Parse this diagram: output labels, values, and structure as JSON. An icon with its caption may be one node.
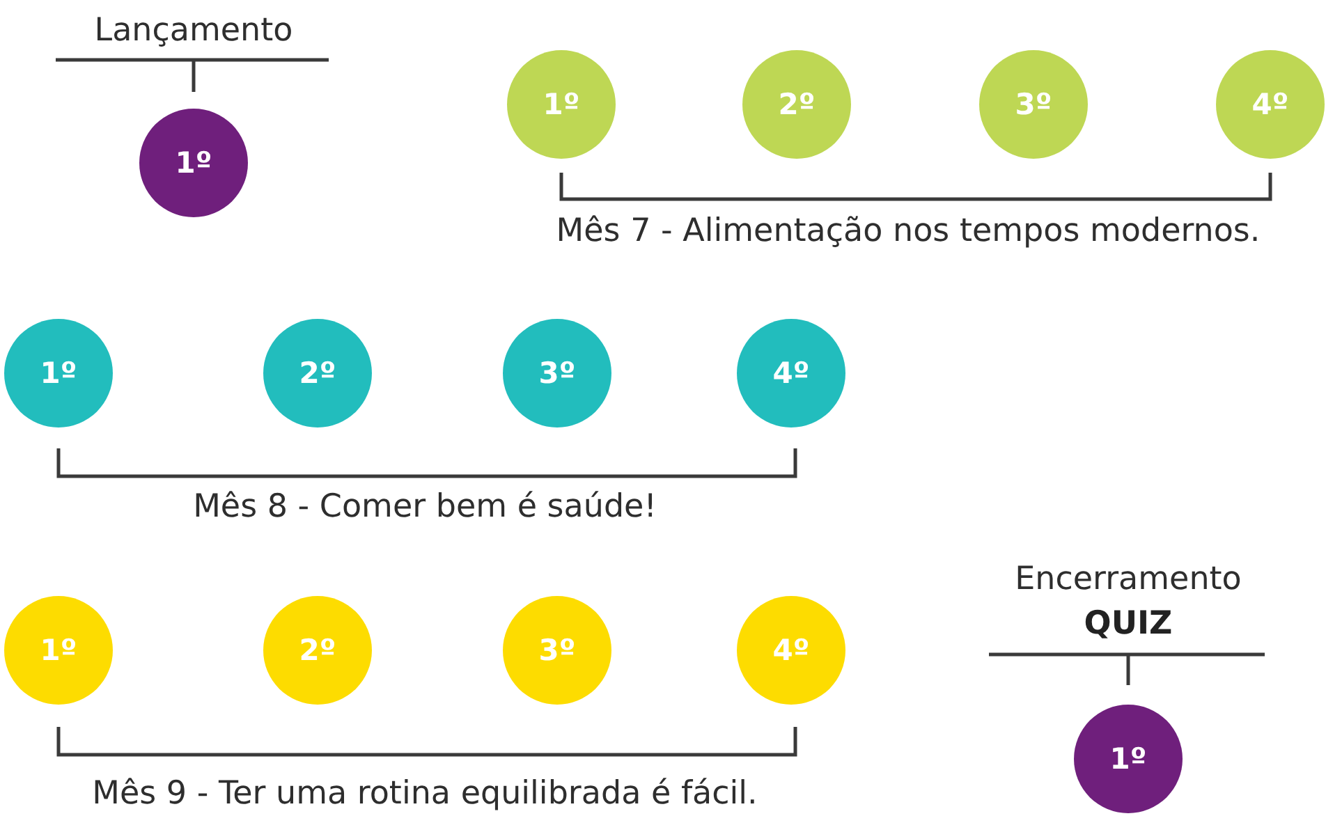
{
  "diagram": {
    "nodes": [
      {
        "text": [
          "1º"
        ]
      },
      {
        "text": [
          "1º"
        ]
      },
      {
        "text": [
          "2º"
        ]
      },
      {
        "text": [
          "3º"
        ]
      },
      {
        "text": [
          "4º"
        ]
      },
      {
        "text": [
          "1º"
        ]
      },
      {
        "text": [
          "2º"
        ]
      },
      {
        "text": [
          "3º"
        ]
      },
      {
        "text": [
          "4º"
        ]
      },
      {
        "text": [
          "1º"
        ]
      },
      {
        "text": [
          "2º"
        ]
      },
      {
        "text": [
          "3º"
        ]
      },
      {
        "text": [
          "4º"
        ]
      },
      {
        "text": [
          "1º"
        ]
      }
    ],
    "edges": [],
    "labels": [
      "Lançamento",
      "Mês 7 - Alimentação nos tempos modernos.",
      "Mês 8 - Comer bem é saúde!",
      "Encerramento",
      "QUIZ",
      "Mês 9 - Ter uma rotina equilibrada é fácil."
    ]
  }
}
